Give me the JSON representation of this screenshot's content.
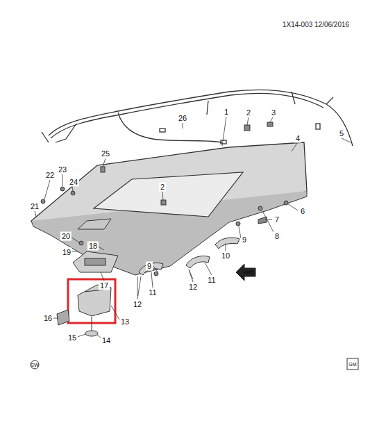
{
  "diagram": {
    "labels": [
      "1X14-003 12/06/2016",
      "26",
      "1",
      "2",
      "3",
      "4",
      "5",
      "25",
      "22",
      "23",
      "24",
      "2",
      "21",
      "7",
      "6",
      "8",
      "9",
      "20",
      "18",
      "19",
      "10",
      "9",
      "17",
      "11",
      "11",
      "12",
      "12",
      "16",
      "13",
      "15",
      "14",
      "FRT",
      "SW",
      "GM"
    ]
  }
}
